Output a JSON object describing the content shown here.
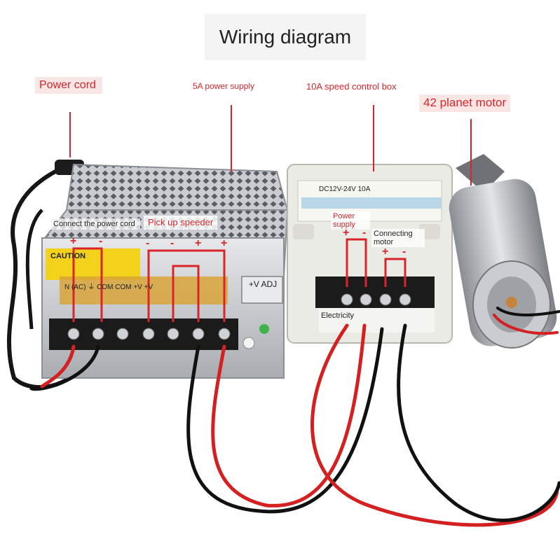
{
  "title": "Wiring diagram",
  "labels": {
    "power_cord": "Power cord",
    "power_supply": "5A power supply",
    "speed_box": "10A speed control box",
    "motor": "42 planet motor",
    "connect_power_cord": "Connect the power cord",
    "pick_up_speeder": "Pick up speeder",
    "power_supply_small": "Power supply",
    "connecting_motor": "Connecting motor",
    "electricity": "Electricity"
  },
  "signs": {
    "plus": "+",
    "minus": "-"
  },
  "psu_text": {
    "caution": "CAUTION",
    "terminals": "N (AC)  ⏚  COM COM +V +V",
    "adj": "+V ADJ"
  },
  "box_text": {
    "rating": "DC12V-24V 10A"
  },
  "colors": {
    "accent": "#d9252a",
    "wire_red": "#d42020",
    "wire_black": "#111111",
    "callout_bg": "#fbe6e6"
  }
}
